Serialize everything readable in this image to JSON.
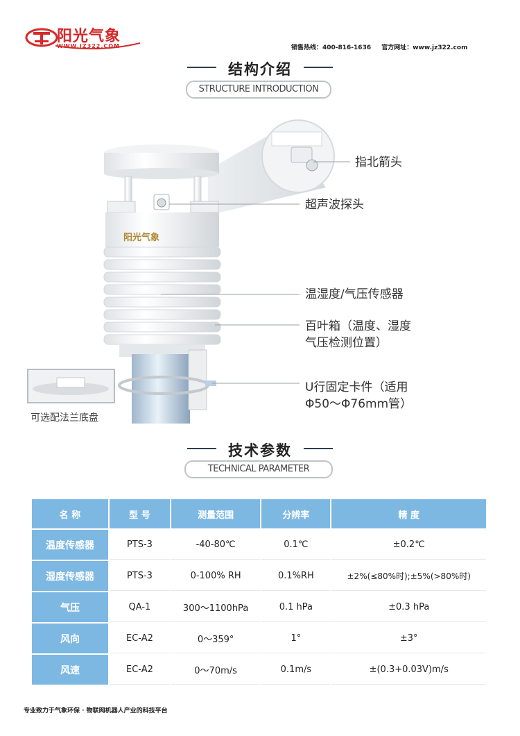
{
  "header": {
    "brand": "阳光气象",
    "url": "WWW.JZ322.COM",
    "hotline": "销售热线：400-816-1636",
    "website": "官方网址：www.jz322.com"
  },
  "structure": {
    "title_cn": "结构介绍",
    "title_en": "STRUCTURE INTRODUCTION",
    "device_logo": "阳光气象",
    "labels": {
      "north_arrow": "指北箭头",
      "ultrasonic": "超声波探头",
      "temp_humidity": "温湿度/气压传感器",
      "shutter_line1": "百叶箱（温度、湿度",
      "shutter_line2": "气压检测位置）",
      "u_clamp_line1": "U行固定卡件（适用",
      "u_clamp_line2": "Φ50～Φ76mm管）",
      "flange": "可选配法兰底盘"
    }
  },
  "technical": {
    "title_cn": "技术参数",
    "title_en": "TECHNICAL PARAMETER",
    "headers": [
      "名 称",
      "型 号",
      "测量范围",
      "分辨率",
      "精 度"
    ],
    "rows": [
      [
        "温度传感器",
        "PTS-3",
        "-40-80℃",
        "0.1℃",
        "±0.2℃"
      ],
      [
        "湿度传感器",
        "PTS-3",
        "0-100% RH",
        "0.1%RH",
        "±2%(≤80%时);±5%(>80%时)"
      ],
      [
        "气压",
        "QA-1",
        "300～1100hPa",
        "0.1 hPa",
        "±0.3 hPa"
      ],
      [
        "风向",
        "EC-A2",
        "0～359°",
        "1°",
        "±3°"
      ],
      [
        "风速",
        "EC-A2",
        "0～70m/s",
        "0.1m/s",
        "±(0.3+0.03V)m/s"
      ]
    ]
  },
  "footer": {
    "slogan": "专业致力于气象环保 · 物联网机器人产业的科技平台"
  },
  "colors": {
    "brand_red": "#d42a2a",
    "table_blue": "#7db8e3"
  }
}
